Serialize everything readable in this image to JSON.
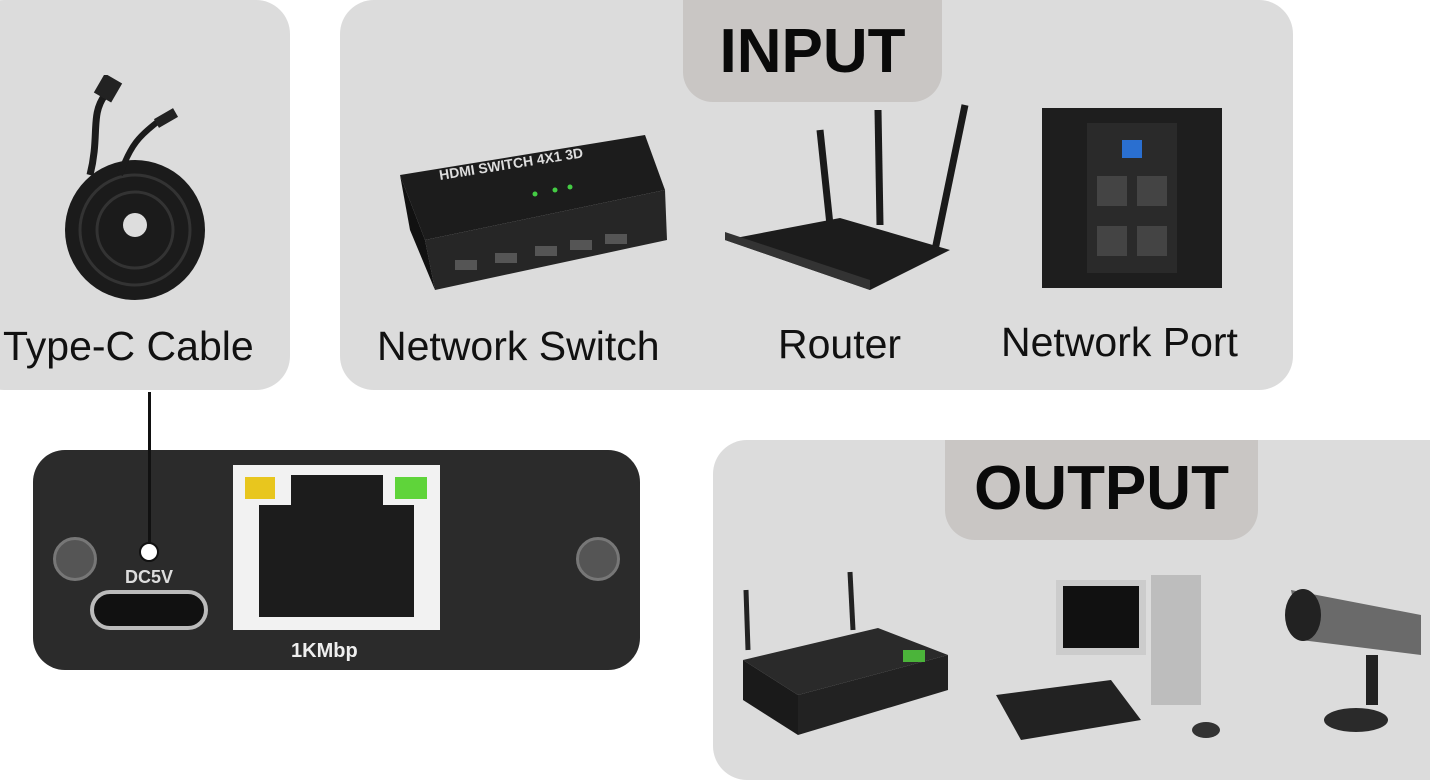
{
  "cable": {
    "label": "Type-C Cable"
  },
  "input": {
    "title": "INPUT",
    "devices": [
      {
        "label": "Network Switch",
        "icon": "hdmi-switch-icon",
        "printed_text": "HDMI SWITCH 4X1 3D"
      },
      {
        "label": "Router",
        "icon": "router-icon"
      },
      {
        "label": "Network Port",
        "icon": "wall-network-port-icon"
      }
    ]
  },
  "adapter": {
    "power_label": "DC5V",
    "speed_label": "1KMbp",
    "led_left": "#e8c61e",
    "led_right": "#5fd43a"
  },
  "output": {
    "title": "OUTPUT",
    "devices": [
      {
        "icon": "set-top-box-icon"
      },
      {
        "icon": "desktop-computer-icon"
      },
      {
        "icon": "security-camera-icon"
      }
    ]
  },
  "colors": {
    "panel": "#dcdcdc",
    "tab": "#c9c6c4",
    "device": "#2b2b2b"
  }
}
